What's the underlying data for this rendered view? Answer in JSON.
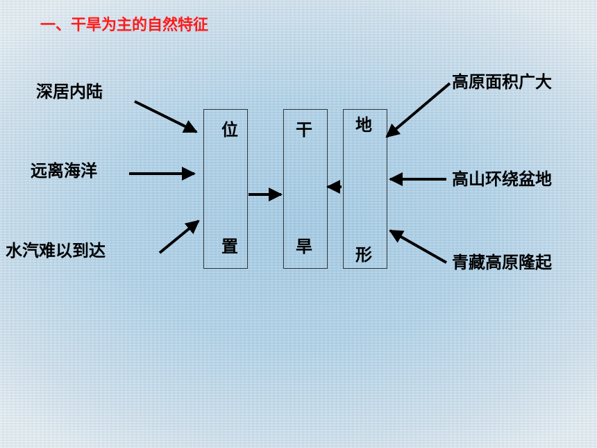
{
  "title": "一、干旱为主的自然特征",
  "left_factors": [
    "深居内陆",
    "远离海洋",
    "水汽难以到达"
  ],
  "right_factors": [
    "高原面积广大",
    "高山环绕盆地",
    "青藏高原隆起"
  ],
  "boxes": {
    "location": {
      "top": "位",
      "bottom": "置"
    },
    "drought": {
      "top": "干",
      "bottom": "旱"
    },
    "terrain": {
      "top": "地",
      "bottom": "形"
    }
  },
  "colors": {
    "title": "#ff1a1a",
    "text": "#000000",
    "arrow": "#000000"
  }
}
